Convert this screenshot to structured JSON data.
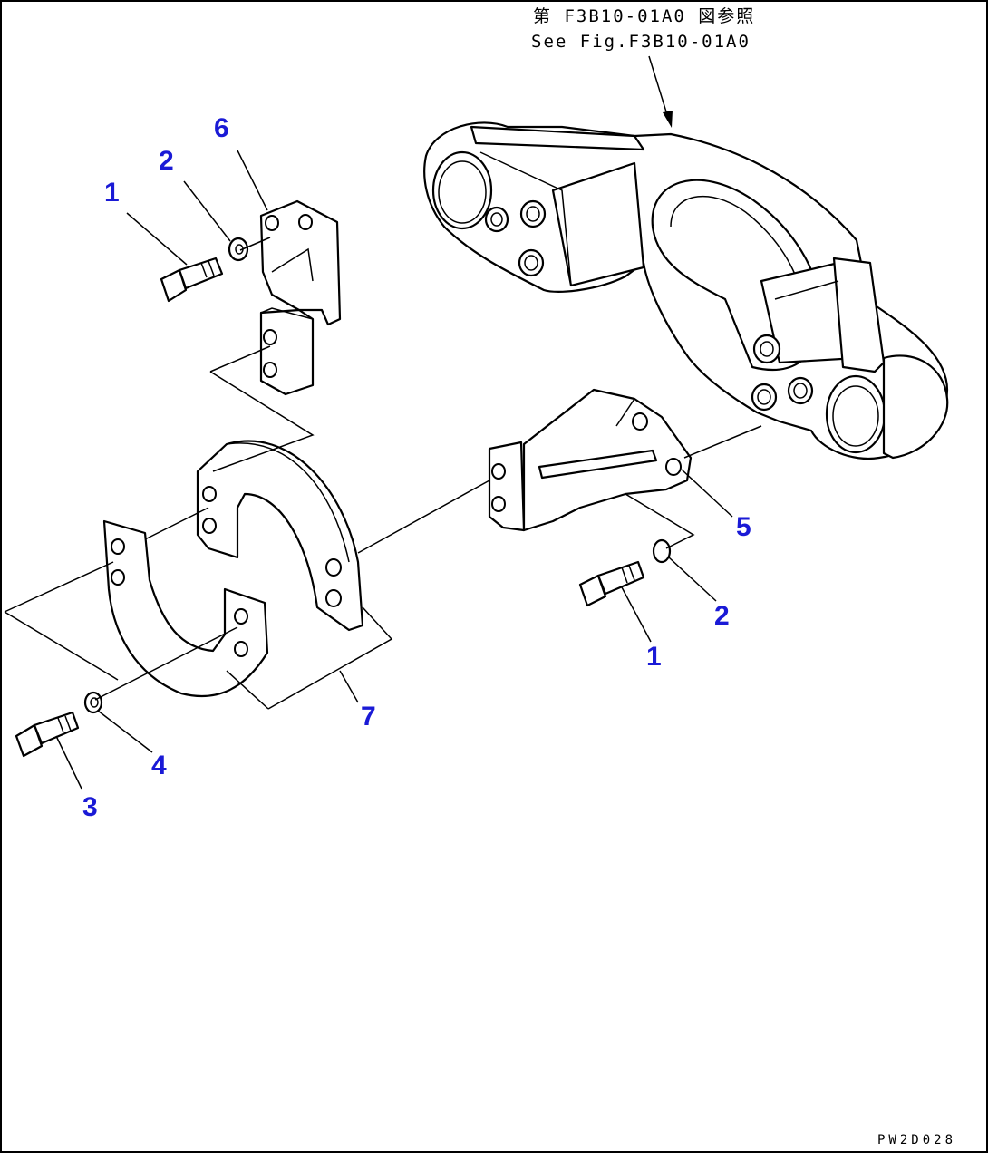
{
  "reference_note": {
    "japanese": "第 F3B10-01A0 図参照",
    "english": "See Fig.F3B10-01A0"
  },
  "callouts": [
    {
      "id": "callout-1-left",
      "label": "1"
    },
    {
      "id": "callout-2-left",
      "label": "2"
    },
    {
      "id": "callout-6",
      "label": "6"
    },
    {
      "id": "callout-5",
      "label": "5"
    },
    {
      "id": "callout-2-right",
      "label": "2"
    },
    {
      "id": "callout-1-right",
      "label": "1"
    },
    {
      "id": "callout-7",
      "label": "7"
    },
    {
      "id": "callout-4",
      "label": "4"
    },
    {
      "id": "callout-3",
      "label": "3"
    }
  ],
  "drawing_code": "PW2D028",
  "colors": {
    "callout": "#1a1ad6",
    "line": "#000000",
    "background": "#ffffff"
  }
}
